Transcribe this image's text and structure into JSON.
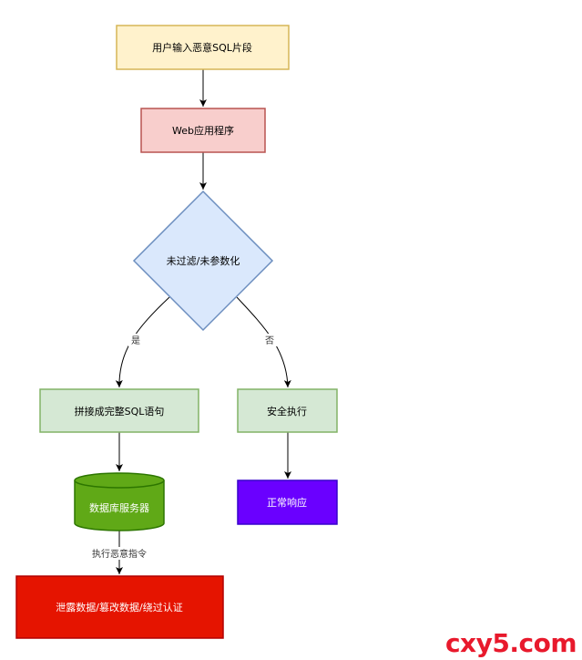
{
  "diagram": {
    "nodes": {
      "input": {
        "label": "用户输入恶意SQL片段",
        "fill": "#fff2cc",
        "stroke": "#d6b656",
        "text_color": "#000000"
      },
      "webapp": {
        "label": "Web应用程序",
        "fill": "#f8cecc",
        "stroke": "#b85450",
        "text_color": "#000000"
      },
      "decision": {
        "label": "未过滤/未参数化",
        "fill": "#dae8fc",
        "stroke": "#6c8ebf",
        "text_color": "#000000"
      },
      "concat": {
        "label": "拼接成完整SQL语句",
        "fill": "#d5e8d4",
        "stroke": "#82b366",
        "text_color": "#000000"
      },
      "safe": {
        "label": "安全执行",
        "fill": "#d5e8d4",
        "stroke": "#82b366",
        "text_color": "#000000"
      },
      "db": {
        "label": "数据库服务器",
        "fill": "#60a917",
        "stroke": "#2d7600",
        "text_color": "#ffffff"
      },
      "normal": {
        "label": "正常响应",
        "fill": "#6a00ff",
        "stroke": "#3700cc",
        "text_color": "#ffffff"
      },
      "leak": {
        "label": "泄露数据/篡改数据/绕过认证",
        "fill": "#e51400",
        "stroke": "#b20000",
        "text_color": "#ffffff"
      }
    },
    "edges": {
      "yes_label": "是",
      "no_label": "否",
      "exec_label": "执行恶意指令"
    }
  },
  "watermark": "cxy5.com"
}
